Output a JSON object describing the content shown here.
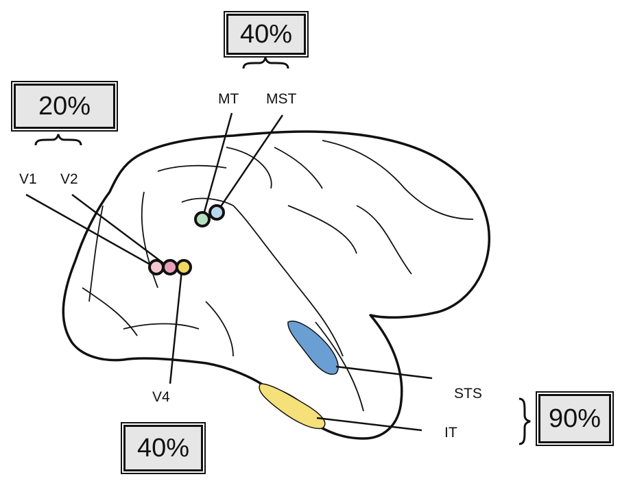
{
  "percentages": {
    "early_visual": "20%",
    "dorsal": "40%",
    "v4": "40%",
    "ventral": "90%"
  },
  "areas": {
    "v1": "V1",
    "v2": "V2",
    "v4": "V4",
    "mt": "MT",
    "mst": "MST",
    "sts": "STS",
    "it": "IT"
  },
  "colors": {
    "v1_dot": "#f2c9d0",
    "v2_dot": "#e8a0b8",
    "v4_dot": "#f0d860",
    "mt_dot": "#b8e0c0",
    "mst_dot": "#b8d8ee",
    "sts_region": "#6a9fd4",
    "it_region": "#f5e07a"
  }
}
